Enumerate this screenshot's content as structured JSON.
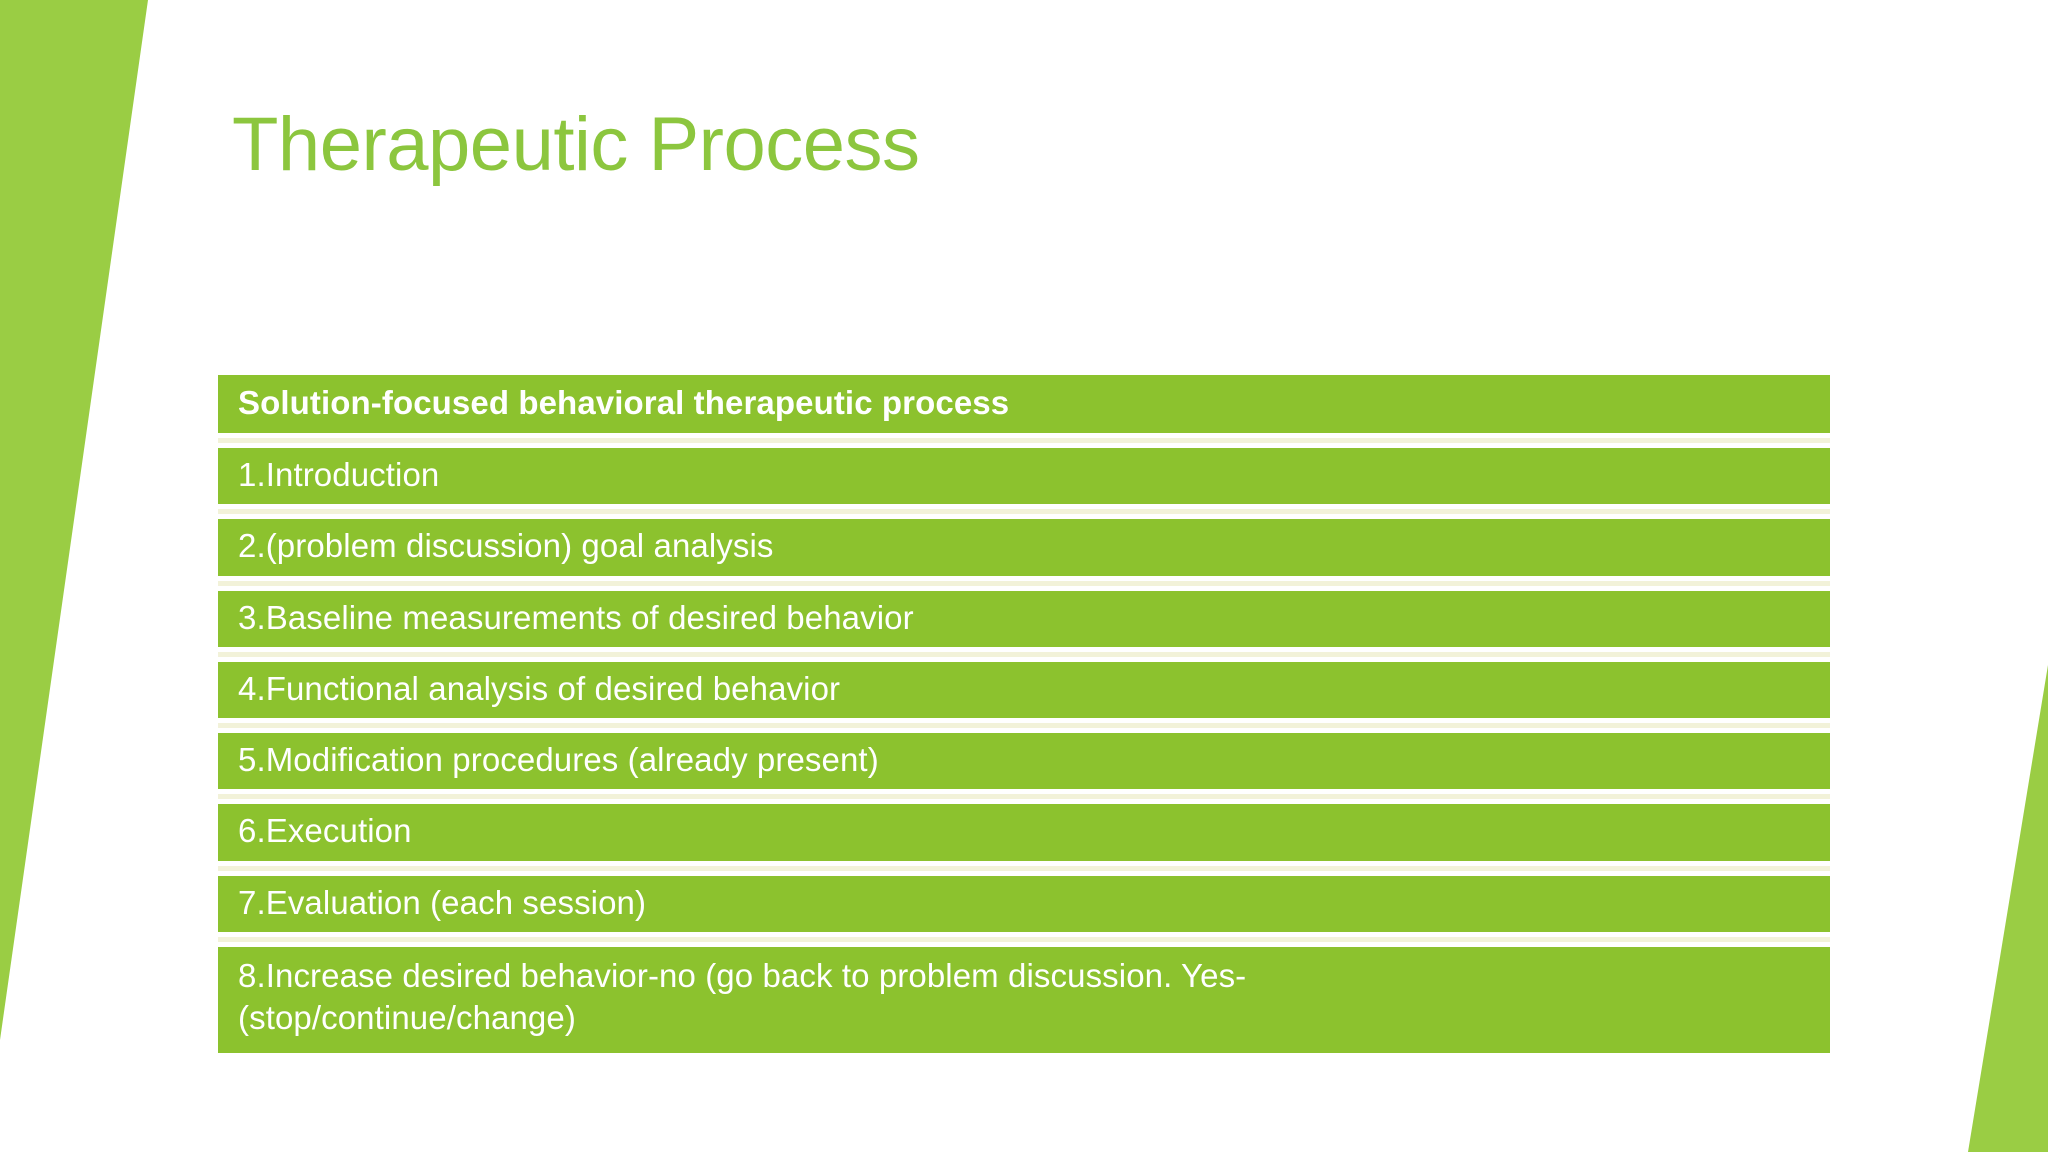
{
  "slide": {
    "title": "Therapeutic Process",
    "accent_color_title": "#8CC63E",
    "accent_color_decoration": "#9ACD44",
    "table_fill_color": "#8CC22E",
    "table_separator_color": "#F2F2D9",
    "text_color": "#FFFFFF",
    "background_color": "#FFFFFF"
  },
  "table": {
    "header": "Solution-focused behavioral therapeutic process",
    "rows": [
      {
        "label": "1.Introduction",
        "lines": [
          "1.Introduction"
        ]
      },
      {
        "label": "2.(problem discussion) goal analysis",
        "lines": [
          "2.(problem discussion) goal analysis"
        ]
      },
      {
        "label": "3.Baseline measurements of desired behavior",
        "lines": [
          "3.Baseline measurements of desired behavior"
        ]
      },
      {
        "label": "4.Functional analysis of desired behavior",
        "lines": [
          "4.Functional analysis of desired behavior"
        ]
      },
      {
        "label": "5.Modification procedures (already present)",
        "lines": [
          "5.Modification procedures (already present)"
        ]
      },
      {
        "label": "6.Execution",
        "lines": [
          "6.Execution"
        ]
      },
      {
        "label": "7.Evaluation (each session)",
        "lines": [
          "7.Evaluation (each session)"
        ]
      },
      {
        "label": "8.Increase desired behavior-no (go back to problem discussion. Yes-(stop/continue/change)",
        "lines": [
          "8.Increase desired behavior-no (go back to problem discussion. Yes-",
          "(stop/continue/change)"
        ]
      }
    ]
  },
  "decorations": {
    "left_shape_name": "left-green-wedge",
    "right_shape_name": "right-green-wedge"
  }
}
